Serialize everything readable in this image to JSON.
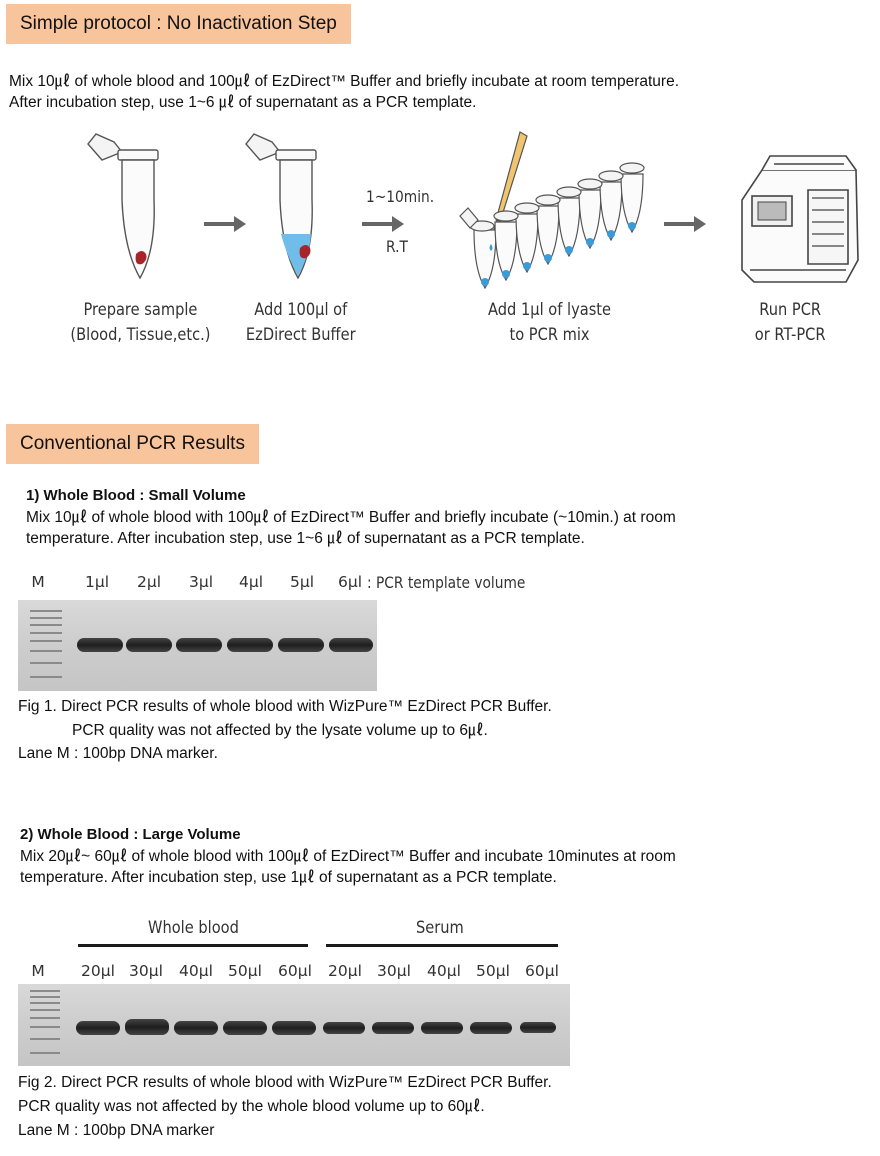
{
  "protocol": {
    "banner": "Simple protocol : No Inactivation Step",
    "line1": "Mix 10㎕ of whole blood and 100㎕ of EzDirect™ Buffer and briefly incubate at room temperature.",
    "line2": "After incubation step, use 1~6 ㎕ of supernatant as a PCR template.",
    "arrow_label_time": "1~10min.",
    "arrow_label_temp": "R.T",
    "steps": [
      {
        "line1": "Prepare sample",
        "line2": "(Blood, Tissue,etc.)"
      },
      {
        "line1": "Add 100µl of",
        "line2": "EzDirect Buffer"
      },
      {
        "line1": "Add 1µl of lyaste",
        "line2": "to PCR mix"
      },
      {
        "line1": "Run PCR",
        "line2": "or RT-PCR"
      }
    ]
  },
  "results": {
    "banner": "Conventional PCR Results",
    "section1": {
      "heading": "1) Whole Blood : Small Volume",
      "line1": "Mix 10㎕ of whole blood with 100㎕ of EzDirect™ Buffer and briefly incubate (~10min.) at room",
      "line2": "temperature. After incubation step, use 1~6 ㎕ of supernatant as a PCR template.",
      "lanes": [
        "M",
        "1µl",
        "2µl",
        "3µl",
        "4µl",
        "5µl",
        "6µl"
      ],
      "lane_note": ": PCR template volume",
      "caption1": "Fig 1. Direct PCR results of  whole blood with WizPure™ EzDirect PCR Buffer.",
      "caption2": "PCR quality was not affected by the lysate volume  up to 6㎕.",
      "caption3": "Lane M  : 100bp DNA marker."
    },
    "section2": {
      "heading": "2) Whole Blood : Large Volume",
      "line1": "Mix 20㎕~ 60㎕ of whole blood with 100㎕ of EzDirect™ Buffer and incubate 10minutes at room",
      "line2": "temperature. After incubation step, use 1㎕ of supernatant as a PCR template.",
      "group1": "Whole blood",
      "group2": "Serum",
      "lanes": [
        "M",
        "20µl",
        "30µl",
        "40µl",
        "50µl",
        "60µl",
        "20µl",
        "30µl",
        "40µl",
        "50µl",
        "60µl"
      ],
      "caption1": "Fig 2. Direct PCR results of  whole blood with WizPure™ EzDirect PCR Buffer.",
      "caption2": "PCR quality was not affected by the whole blood volume up to 60㎕.",
      "caption3": "Lane M  : 100bp DNA marker"
    }
  },
  "colors": {
    "banner_bg": "#f8c49c",
    "blood": "#a8232a",
    "buffer": "#3a9bd8",
    "arrow": "#666666"
  }
}
